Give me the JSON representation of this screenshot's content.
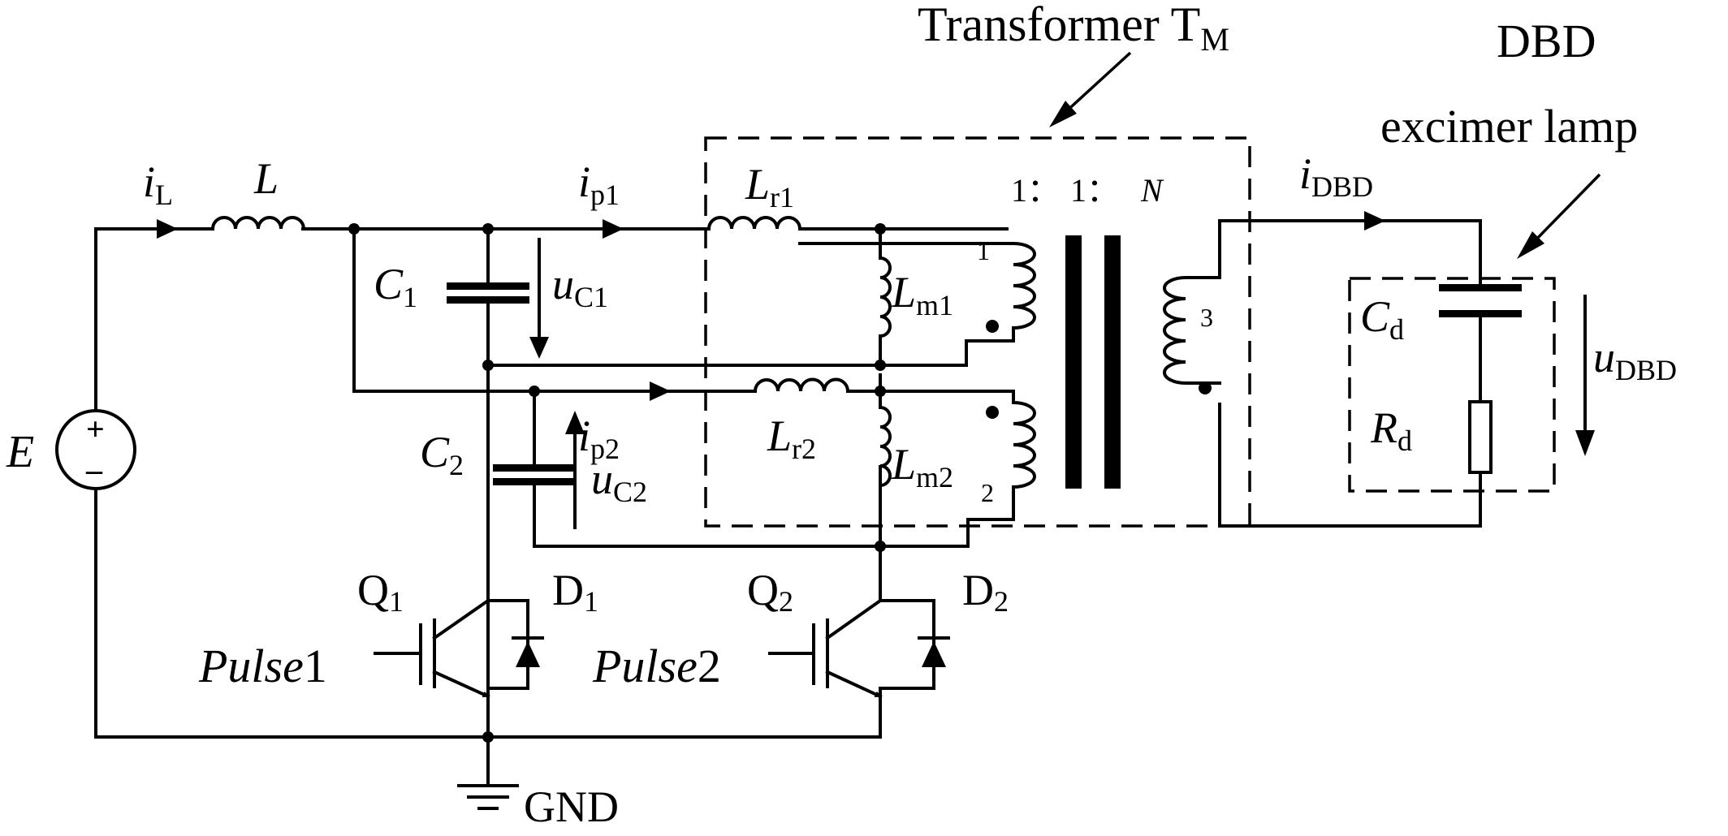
{
  "labels": {
    "transformer_title": "Transformer T",
    "transformer_sub": "M",
    "dbd_line1": "DBD",
    "dbd_line2": "excimer lamp",
    "iL": "i",
    "iL_sub": "L",
    "L": "L",
    "ip1": "i",
    "ip1_sub": "p1",
    "ip2": "i",
    "ip2_sub": "p2",
    "Lr1": "L",
    "Lr1_sub": "r1",
    "Lr2": "L",
    "Lr2_sub": "r2",
    "Lm1": "L",
    "Lm1_sub": "m1",
    "Lm2": "L",
    "Lm2_sub": "m2",
    "ratio_a": "1：",
    "ratio_b": "1：",
    "ratio_c": "N",
    "w1": "1",
    "w2": "2",
    "w3": "3",
    "C1": "C",
    "C1_sub": "1",
    "C2": "C",
    "C2_sub": "2",
    "uC1": "u",
    "uC1_sub": "C1",
    "uC2": "u",
    "uC2_sub": "C2",
    "iDBD": "i",
    "iDBD_sub": "DBD",
    "uDBD": "u",
    "uDBD_sub": "DBD",
    "Cd": "C",
    "Cd_sub": "d",
    "Rd": "R",
    "Rd_sub": "d",
    "E": "E",
    "plus": "+",
    "minus": "–",
    "Q1": "Q",
    "Q1_sub": "1",
    "Q2": "Q",
    "Q2_sub": "2",
    "D1": "D",
    "D1_sub": "1",
    "D2": "D",
    "D2_sub": "2",
    "pulse1": "Pulse",
    "pulse1_num": "1",
    "pulse2": "Pulse",
    "pulse2_num": "2",
    "gnd": "GND"
  }
}
